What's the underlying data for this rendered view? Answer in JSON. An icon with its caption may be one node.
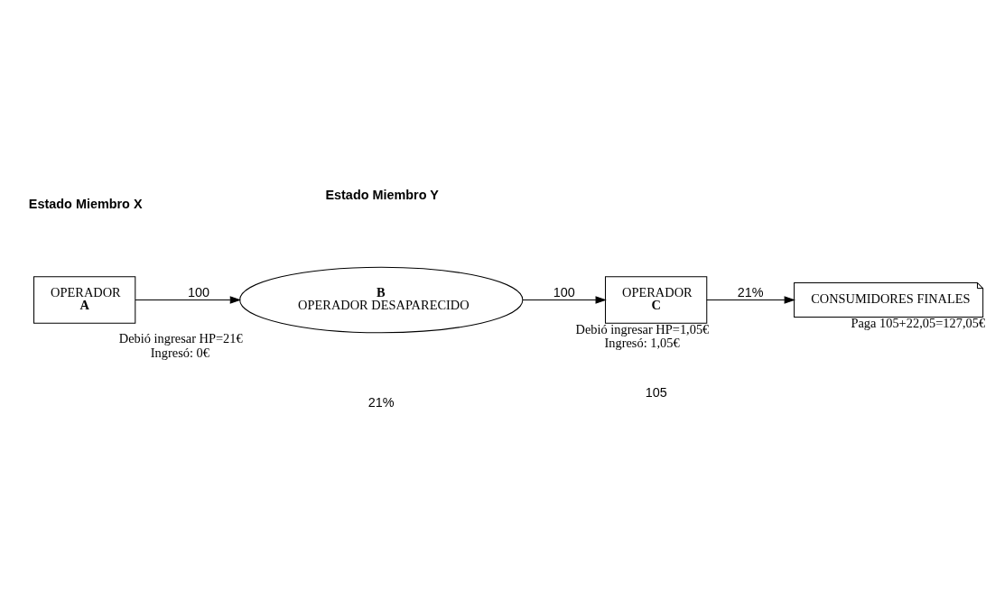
{
  "diagram": {
    "nodes": [
      {
        "text": [
          "OPERADOR",
          "A"
        ]
      },
      {
        "text": [
          "B",
          "OPERADOR DESAPARECIDO"
        ],
        "beside": [
          "Debió ingresar HP=21€",
          "Ingresó: 0€"
        ]
      },
      {
        "text": [
          "OPERADOR",
          "C"
        ],
        "beside": [
          "Debió ingresar HP=1,05€",
          "Ingresó: 1,05€"
        ]
      },
      {
        "text": [
          "CONSUMIDORES FINALES"
        ],
        "beside": [
          "Paga 105+22,05=127,05€"
        ]
      }
    ],
    "edges": [
      {
        "from": 0,
        "to": 1,
        "arrow": "to",
        "label": "100"
      },
      {
        "from": 1,
        "to": 2,
        "arrow": "to",
        "label": "100"
      },
      {
        "from": 2,
        "to": 3,
        "arrow": "to",
        "label": "21%"
      }
    ],
    "labels": [
      "Estado Miembro X",
      "Estado Miembro Y",
      "21%",
      "105"
    ]
  }
}
